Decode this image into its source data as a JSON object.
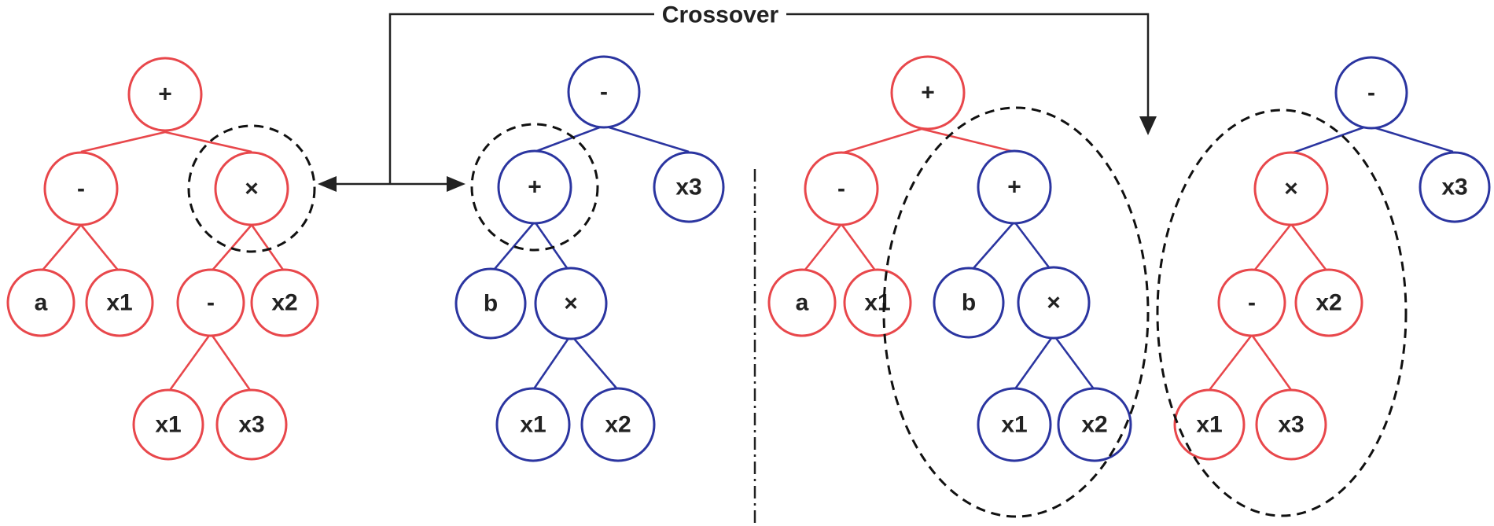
{
  "crossover_label": "Crossover",
  "colors": {
    "parent_a": "#e8474b",
    "parent_b": "#2b35a0"
  },
  "before": {
    "tree_a": {
      "root": "+",
      "left": "-",
      "right": "×",
      "left_children": [
        "a",
        "x1"
      ],
      "right_children": [
        "-",
        "x2"
      ],
      "minus_children": [
        "x1",
        "x3"
      ]
    },
    "tree_b": {
      "root": "-",
      "left": "+",
      "right": "x3",
      "plus_children": [
        "b",
        "×"
      ],
      "times_children": [
        "x1",
        "x2"
      ]
    }
  },
  "after": {
    "offspring_a": {
      "root": "+",
      "left": "-",
      "right": "+",
      "left_children": [
        "a",
        "x1"
      ],
      "plus_children": [
        "b",
        "×"
      ],
      "times_children": [
        "x1",
        "x2"
      ]
    },
    "offspring_b": {
      "root": "-",
      "left": "×",
      "right": "x3",
      "times_children": [
        "-",
        "x2"
      ],
      "minus_children": [
        "x1",
        "x3"
      ]
    }
  }
}
